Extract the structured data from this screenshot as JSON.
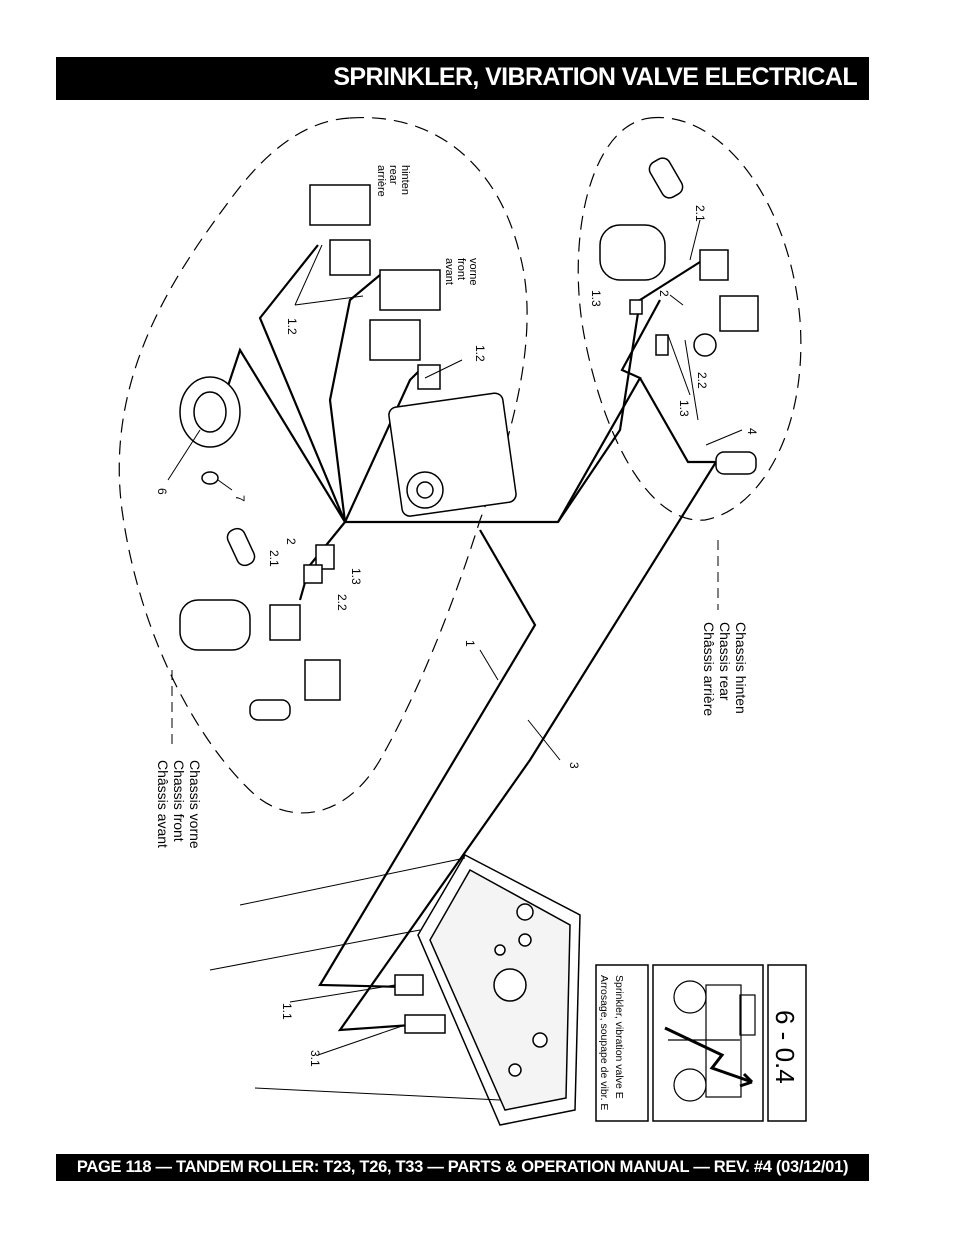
{
  "header": {
    "title": "SPRINKLER, VIBRATION VALVE ELECTRICAL"
  },
  "footer": {
    "text": "PAGE 118 — TANDEM ROLLER: T23, T26, T33 — PARTS & OPERATION MANUAL — REV. #4 (03/12/01)"
  },
  "diagram": {
    "labels": {
      "hinten_rear": [
        "hinten",
        "rear",
        "arrière"
      ],
      "vorne_front": [
        "vorne",
        "front",
        "avant"
      ],
      "chassis_rear": [
        "Chassis hinten",
        "Chassis rear",
        "Châssis arrière"
      ],
      "chassis_front": [
        "Chassis vorne",
        "Chassis front",
        "Châssis avant"
      ]
    },
    "callouts": {
      "c_1_2_a": "1.2",
      "c_1_2_b": "1.2",
      "c_6": "6",
      "c_7": "7",
      "c_2_front": "2",
      "c_2_1_front": "2.1",
      "c_1_3_front": "1.3",
      "c_2_2_front": "2.2",
      "c_1": "1",
      "c_3": "3",
      "c_2_1_rear": "2.1",
      "c_2_rear": "2",
      "c_1_3_rear_a": "1.3",
      "c_2_2_rear": "2.2",
      "c_1_3_rear_b": "1.3",
      "c_4": "4",
      "c_1_1": "1.1",
      "c_3_1": "3.1"
    },
    "infobox": {
      "code": "6 - 0.4",
      "caption_lines": [
        "Sprinkler, vibration valve E",
        "Arrosage, soupape de vibr. E"
      ]
    }
  }
}
